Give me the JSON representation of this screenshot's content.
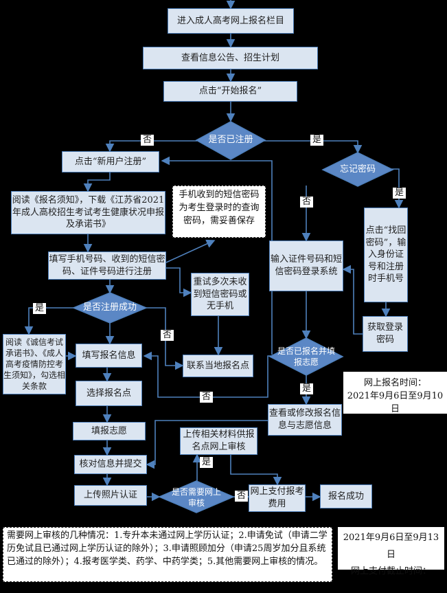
{
  "diagram": {
    "step_enter": "进入成人高考网上报名栏目",
    "step_view": "查看信息公告、招生计划",
    "step_start": "点击“开始报名”",
    "decision_registered": "是否已注册",
    "step_new_user": "点击“新用户注册”",
    "step_read_download": "阅读《报名须知》，下载《江苏省2021年成人高校招生考试考生健康状况申报及承诺书》",
    "note_sms": "手机收到的短信密码为考生登录时的查询密码，需妥善保存",
    "step_fill_phone": "填写手机号码、收到的短信密码、证件号码进行注册",
    "step_retry": "重试多次未收到短信密码或无手机",
    "decision_register_success": "是否注册成功",
    "step_read_integrity": "阅读《诚信考试承诺书》、《成人高考疫情防控考生须知》，勾选相关条款",
    "step_fill_info": "填写报名信息",
    "step_contact": "联系当地报名点",
    "step_choose_site": "选择报名点",
    "step_fill_wish": "填报志愿",
    "step_verify_submit": "核对信息并提交",
    "step_upload_photo": "上传照片认证",
    "decision_need_review": "是否需要网上审核",
    "step_upload_materials": "上传相关材料供报名点网上审核",
    "step_pay": "网上支付报考费用",
    "step_success": "报名成功",
    "decision_forgot": "忘记密码",
    "step_recover": "点击“找回密码”，输入身份证号和注册时手机号",
    "step_login": "输入证件号码和短信密码登录系统",
    "step_get_password": "获取登录密码",
    "decision_applied": "是否已报名并填报志愿",
    "step_view_modify": "查看或修改报名信息与志愿信息",
    "note_online_time_label": "网上报名时间：",
    "note_online_time": "2021年9月6日至9月10日",
    "note_review_cases": "需要网上审核的几种情况：1.专升本未通过网上学历认证；2.申请免试（申请二学历免试且已通过网上学历认证的除外）；3.申请照顾加分（申请25周岁加分且系统已通过的除外）；4.报考医学类、药学、中药学类；5.其他需要网上审核的情况。",
    "note_pay_date": "2021年9月6日至9月13日",
    "note_pay_deadline": "网上支付截止时间："
  },
  "labels": {
    "no": "否",
    "yes": "是"
  },
  "colors": {
    "box_fill": "#dbe5f1",
    "box_border": "#4f81bd",
    "decision_fill": "#5b87c5",
    "line": "#4f81bd",
    "background": "#000000"
  }
}
